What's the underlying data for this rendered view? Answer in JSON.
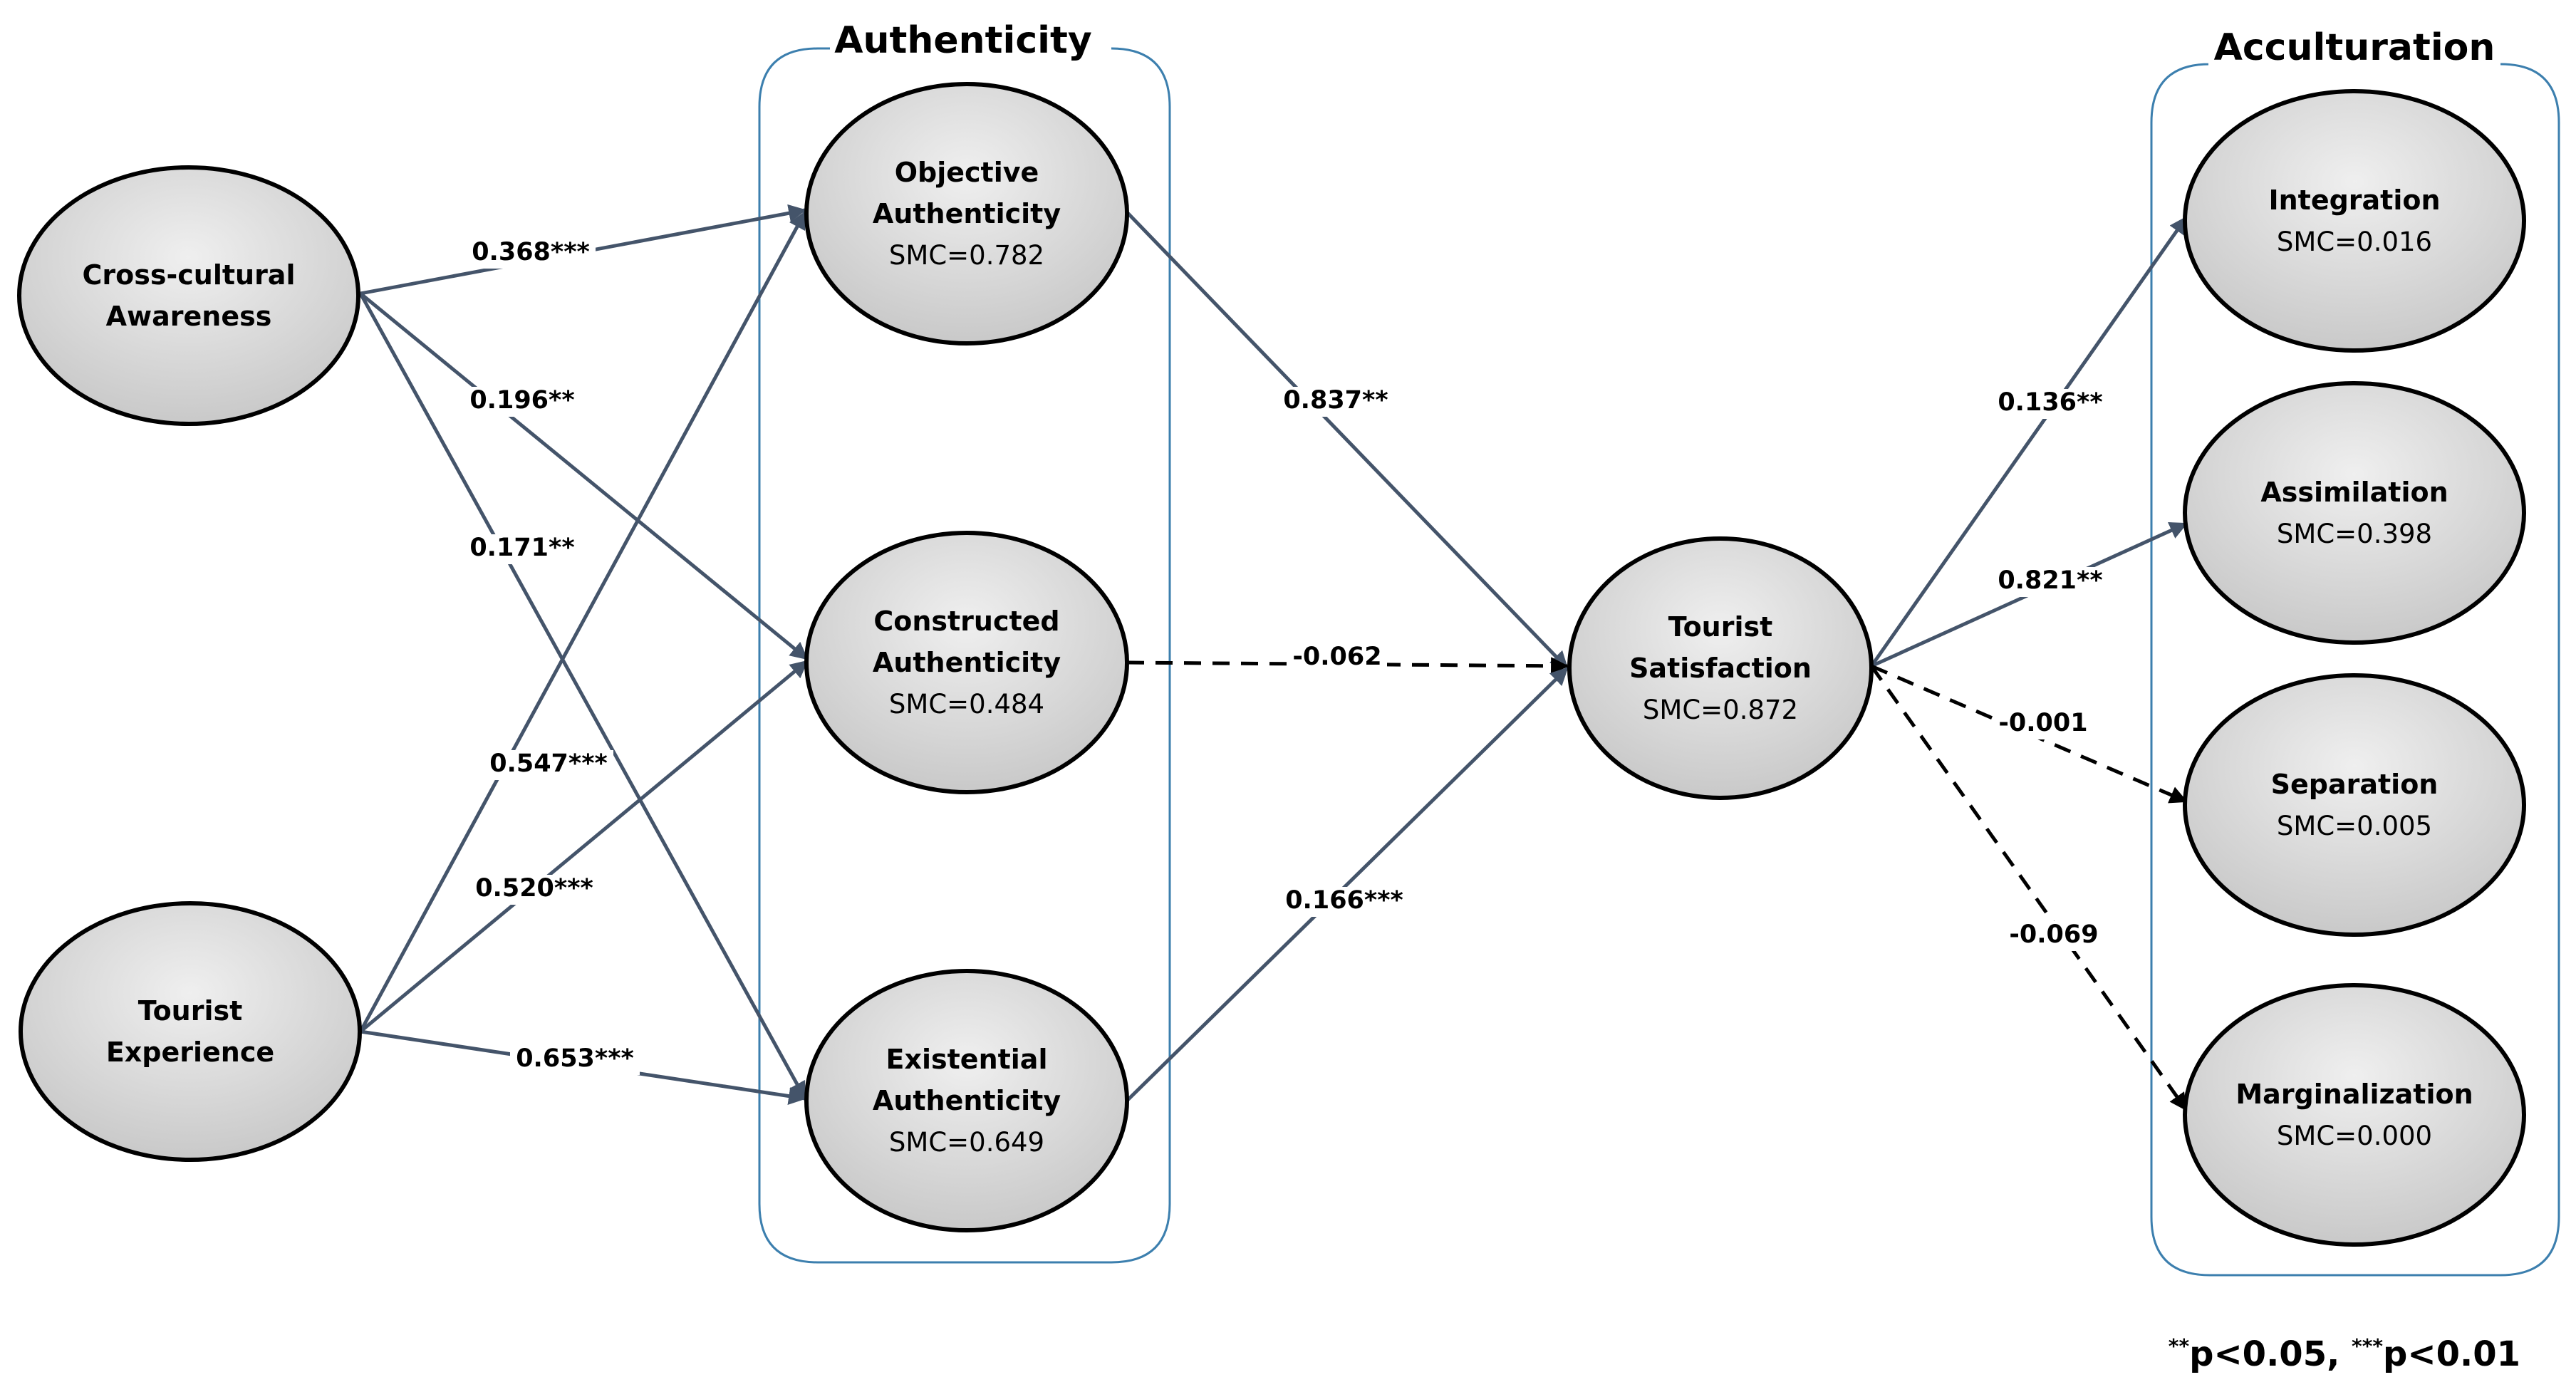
{
  "groups": {
    "authenticity": {
      "title": "Authenticity"
    },
    "acculturation": {
      "title": "Acculturation"
    }
  },
  "nodes": {
    "cross_cultural": {
      "lines": [
        "Cross-cultural",
        "Awareness"
      ],
      "smc": ""
    },
    "tourist_experience": {
      "lines": [
        "Tourist",
        "Experience"
      ],
      "smc": ""
    },
    "objective": {
      "lines": [
        "Objective",
        "Authenticity"
      ],
      "smc": "SMC=0.782"
    },
    "constructed": {
      "lines": [
        "Constructed",
        "Authenticity"
      ],
      "smc": "SMC=0.484"
    },
    "existential": {
      "lines": [
        "Existential",
        "Authenticity"
      ],
      "smc": "SMC=0.649"
    },
    "satisfaction": {
      "lines": [
        "Tourist",
        "Satisfaction"
      ],
      "smc": "SMC=0.872"
    },
    "integration": {
      "lines": [
        "Integration"
      ],
      "smc": "SMC=0.016"
    },
    "assimilation": {
      "lines": [
        "Assimilation"
      ],
      "smc": "SMC=0.398"
    },
    "separation": {
      "lines": [
        "Separation"
      ],
      "smc": "SMC=0.005"
    },
    "marginalization": {
      "lines": [
        "Marginalization"
      ],
      "smc": "SMC=0.000"
    }
  },
  "paths": {
    "cca_objective": {
      "from": "cross_cultural",
      "to": "objective",
      "coef": "0.368***",
      "dashed": false
    },
    "cca_constructed": {
      "from": "cross_cultural",
      "to": "constructed",
      "coef": "0.196**",
      "dashed": false
    },
    "cca_existential": {
      "from": "cross_cultural",
      "to": "existential",
      "coef": "0.171**",
      "dashed": false
    },
    "te_objective": {
      "from": "tourist_experience",
      "to": "objective",
      "coef": "0.547***",
      "dashed": false
    },
    "te_constructed": {
      "from": "tourist_experience",
      "to": "constructed",
      "coef": "0.520***",
      "dashed": false
    },
    "te_existential": {
      "from": "tourist_experience",
      "to": "existential",
      "coef": "0.653***",
      "dashed": false
    },
    "objective_satisfaction": {
      "from": "objective",
      "to": "satisfaction",
      "coef": "0.837**",
      "dashed": false
    },
    "constructed_satisfaction": {
      "from": "constructed",
      "to": "satisfaction",
      "coef": "-0.062",
      "dashed": true
    },
    "existential_satisfaction": {
      "from": "existential",
      "to": "satisfaction",
      "coef": "0.166***",
      "dashed": false
    },
    "satisfaction_integration": {
      "from": "satisfaction",
      "to": "integration",
      "coef": "0.136**",
      "dashed": false
    },
    "satisfaction_assimilation": {
      "from": "satisfaction",
      "to": "assimilation",
      "coef": "0.821**",
      "dashed": false
    },
    "satisfaction_separation": {
      "from": "satisfaction",
      "to": "separation",
      "coef": "-0.001",
      "dashed": true
    },
    "satisfaction_marginalization": {
      "from": "satisfaction",
      "to": "marginalization",
      "coef": "-0.069",
      "dashed": true
    }
  },
  "note": {
    "sup1": "**",
    "text1": "p<0.05, ",
    "sup2": "***",
    "text2": "p<0.01"
  },
  "colors": {
    "solid_path": "#44546a",
    "dashed_path": "#000000",
    "group_border": "#3c7fae",
    "node_fill_light": "#ececec",
    "node_fill_dark": "#c8c8c8"
  }
}
